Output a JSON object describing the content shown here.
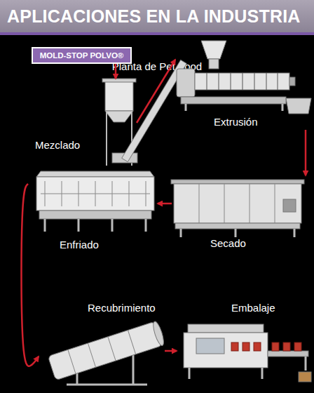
{
  "diagram": {
    "title": "APLICACIONES EN LA INDUSTRIA",
    "nodes": [
      {
        "text": [
          "MOLD-STOP POLVO®"
        ]
      },
      {
        "text": [
          "Mezclado"
        ]
      },
      {
        "text": [
          "Extrusión"
        ]
      },
      {
        "text": [
          "Enfriado"
        ]
      },
      {
        "text": [
          "Secado"
        ]
      },
      {
        "text": [
          "Recubrimiento"
        ]
      },
      {
        "text": [
          "Embalaje"
        ]
      }
    ],
    "edges": [
      {
        "from": 0,
        "to": 1,
        "arrow": "to"
      },
      {
        "from": 1,
        "to": 2,
        "arrow": "to"
      },
      {
        "from": 2,
        "to": 4,
        "arrow": "to"
      },
      {
        "from": 4,
        "to": 3,
        "arrow": "to"
      },
      {
        "from": 3,
        "to": 5,
        "arrow": "to"
      },
      {
        "from": 5,
        "to": 6,
        "arrow": "to"
      }
    ],
    "labels": [
      "Planta de Pet Food"
    ]
  }
}
